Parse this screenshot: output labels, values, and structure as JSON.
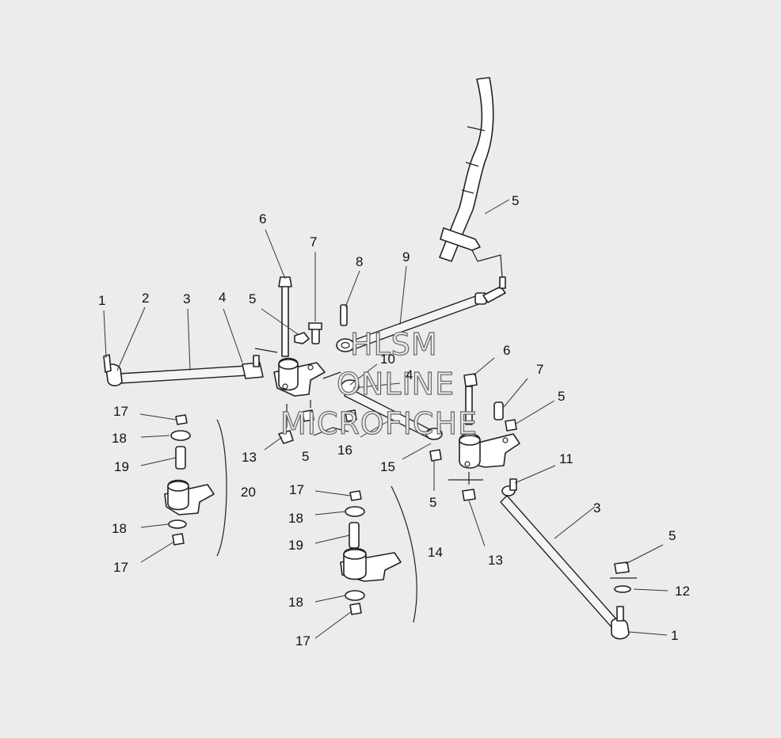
{
  "watermark": {
    "lines": [
      "HLSM",
      "ONLINE",
      "MICROFICHE"
    ]
  },
  "callouts": [
    {
      "id": "c1a",
      "label": "1"
    },
    {
      "id": "c2",
      "label": "2"
    },
    {
      "id": "c3a",
      "label": "3"
    },
    {
      "id": "c4a",
      "label": "4"
    },
    {
      "id": "c5a",
      "label": "5"
    },
    {
      "id": "c6a",
      "label": "6"
    },
    {
      "id": "c7a",
      "label": "7"
    },
    {
      "id": "c8",
      "label": "8"
    },
    {
      "id": "c9",
      "label": "9"
    },
    {
      "id": "c10",
      "label": "10"
    },
    {
      "id": "c4b",
      "label": "4"
    },
    {
      "id": "c5b",
      "label": "5"
    },
    {
      "id": "c6b",
      "label": "6"
    },
    {
      "id": "c7b",
      "label": "7"
    },
    {
      "id": "c5c",
      "label": "5"
    },
    {
      "id": "c11",
      "label": "11"
    },
    {
      "id": "c3b",
      "label": "3"
    },
    {
      "id": "c5d",
      "label": "5"
    },
    {
      "id": "c12",
      "label": "12"
    },
    {
      "id": "c1b",
      "label": "1"
    },
    {
      "id": "c13a",
      "label": "13"
    },
    {
      "id": "c5e",
      "label": "5"
    },
    {
      "id": "c16",
      "label": "16"
    },
    {
      "id": "c15",
      "label": "15"
    },
    {
      "id": "c5f",
      "label": "5"
    },
    {
      "id": "c13b",
      "label": "13"
    },
    {
      "id": "c17a",
      "label": "17"
    },
    {
      "id": "c18a",
      "label": "18"
    },
    {
      "id": "c19a",
      "label": "19"
    },
    {
      "id": "c20",
      "label": "20"
    },
    {
      "id": "c18b",
      "label": "18"
    },
    {
      "id": "c17b",
      "label": "17"
    },
    {
      "id": "c17c",
      "label": "17"
    },
    {
      "id": "c18c",
      "label": "18"
    },
    {
      "id": "c19b",
      "label": "19"
    },
    {
      "id": "c14",
      "label": "14"
    },
    {
      "id": "c18d",
      "label": "18"
    },
    {
      "id": "c17d",
      "label": "17"
    }
  ]
}
